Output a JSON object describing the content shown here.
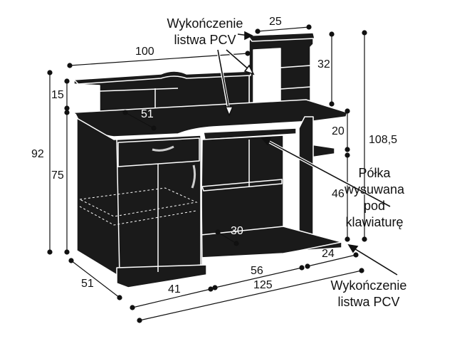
{
  "colors": {
    "body": "#1a1a1a",
    "edge": "#ffffff",
    "line": "#111111"
  },
  "labels": {
    "top_finish": [
      "Wykończenie",
      "listwa PCV"
    ],
    "bottom_finish": [
      "Wykończenie",
      "listwa PCV"
    ],
    "keyboard_shelf": [
      "Półka",
      "wysuwana",
      "pod",
      "klawiaturę"
    ]
  },
  "dimensions": {
    "width_top": "100",
    "top_cabinet_width": "25",
    "top_cabinet_height": "32",
    "overall_height": "108,5",
    "top_hutch_height": "15",
    "total_height": "92",
    "desk_height": "75",
    "keyboard_depth": "51",
    "shelf_gap": "20",
    "side_shelf_height": "46",
    "base_shelf": "30",
    "depth": "51",
    "cabinet_width": "41",
    "middle_width": "56",
    "side_width": "24",
    "total_width": "125"
  }
}
